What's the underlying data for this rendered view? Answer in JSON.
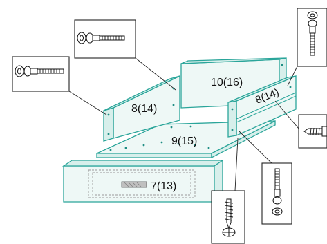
{
  "parts": [
    {
      "id": "part-8-left",
      "label": "8(14)"
    },
    {
      "id": "part-9",
      "label": "9(15)"
    },
    {
      "id": "part-10",
      "label": "10(16)"
    },
    {
      "id": "part-8-right",
      "label": "8(14)"
    },
    {
      "id": "part-7",
      "label": "7(13)"
    }
  ],
  "hardware": [
    "dowel-with-cam-bolt",
    "cam-lock-bolt",
    "wood-screw"
  ],
  "colors": {
    "panel_stroke": "#2aa59a",
    "panel_fill": "#eef8f6"
  }
}
